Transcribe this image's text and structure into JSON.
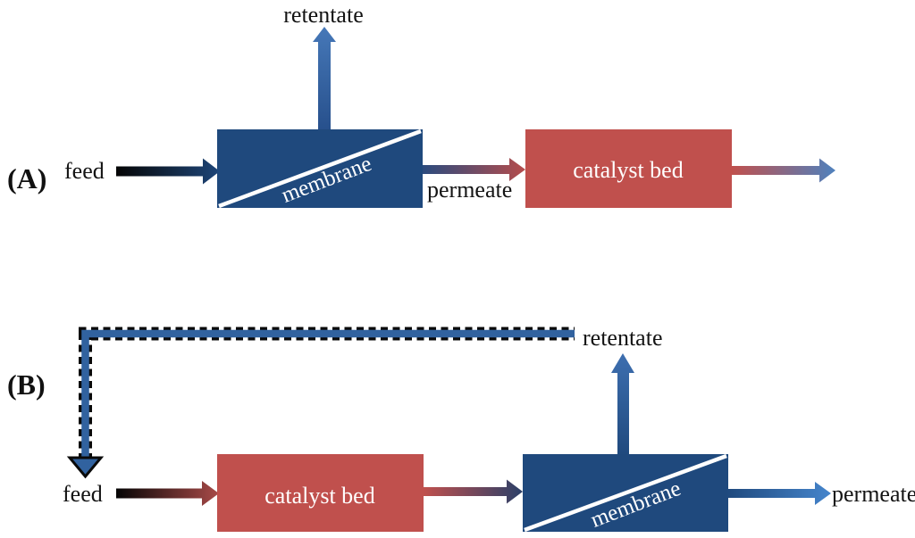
{
  "figure": {
    "background": "#ffffff",
    "text_color": "#141414",
    "boxes": {
      "membrane_fill": "#1f497d",
      "catalyst_fill": "#c0504d",
      "box_label_color": "#ffffff",
      "membrane_divider_color": "#ffffff"
    },
    "recycle": {
      "line_color": "#31629f",
      "dash_color": "#0a0a0a"
    },
    "gradients": {
      "feed_a": {
        "from": "#050505",
        "to": "#1e4679"
      },
      "retentate_a": {
        "from": "#27508c",
        "to": "#4678b8"
      },
      "permeate_a": {
        "from": "#2b4b7e",
        "to": "#b54c4c"
      },
      "product_a": {
        "from": "#c0504d",
        "to": "#4f81bd"
      },
      "feed_b": {
        "from": "#050505",
        "to": "#a84a48"
      },
      "reactor_out_b": {
        "from": "#c0504d",
        "to": "#2b4068"
      },
      "retentate_b": {
        "from": "#1f497d",
        "to": "#3e6fb0"
      },
      "permeate_b": {
        "from": "#1f497d",
        "to": "#4585cc"
      }
    },
    "diagram_a": {
      "panel_label": "(A)",
      "feed_label": "feed",
      "retentate_label": "retentate",
      "membrane_label": "membrane",
      "permeate_label": "permeate",
      "catalyst_bed_label": "catalyst bed"
    },
    "diagram_b": {
      "panel_label": "(B)",
      "feed_label": "feed",
      "retentate_label": "retentate",
      "membrane_label": "membrane",
      "permeate_label": "permeate",
      "catalyst_bed_label": "catalyst bed"
    }
  }
}
